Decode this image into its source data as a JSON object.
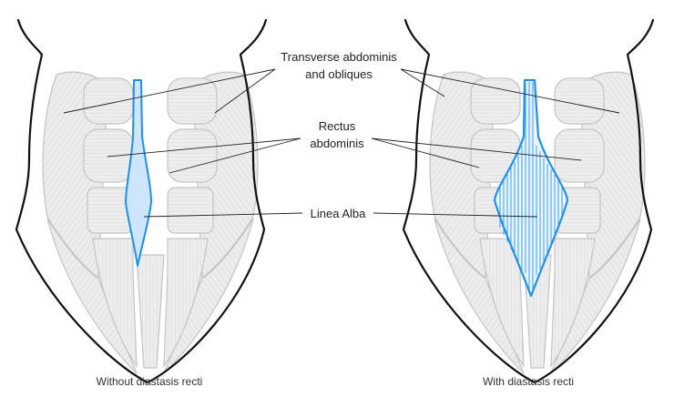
{
  "labels": {
    "transverse_line1": "Transverse abdominis",
    "transverse_line2": "and obliques",
    "rectus_line1": "Rectus",
    "rectus_line2": "abdominis",
    "linea_alba": "Linea Alba"
  },
  "captions": {
    "left": "Without diastasis recti",
    "right": "With diastasis recti"
  },
  "colors": {
    "linea_alba_stroke": "#1f8ff0",
    "muscle_fill": "#ebebeb",
    "outline": "#111111"
  }
}
